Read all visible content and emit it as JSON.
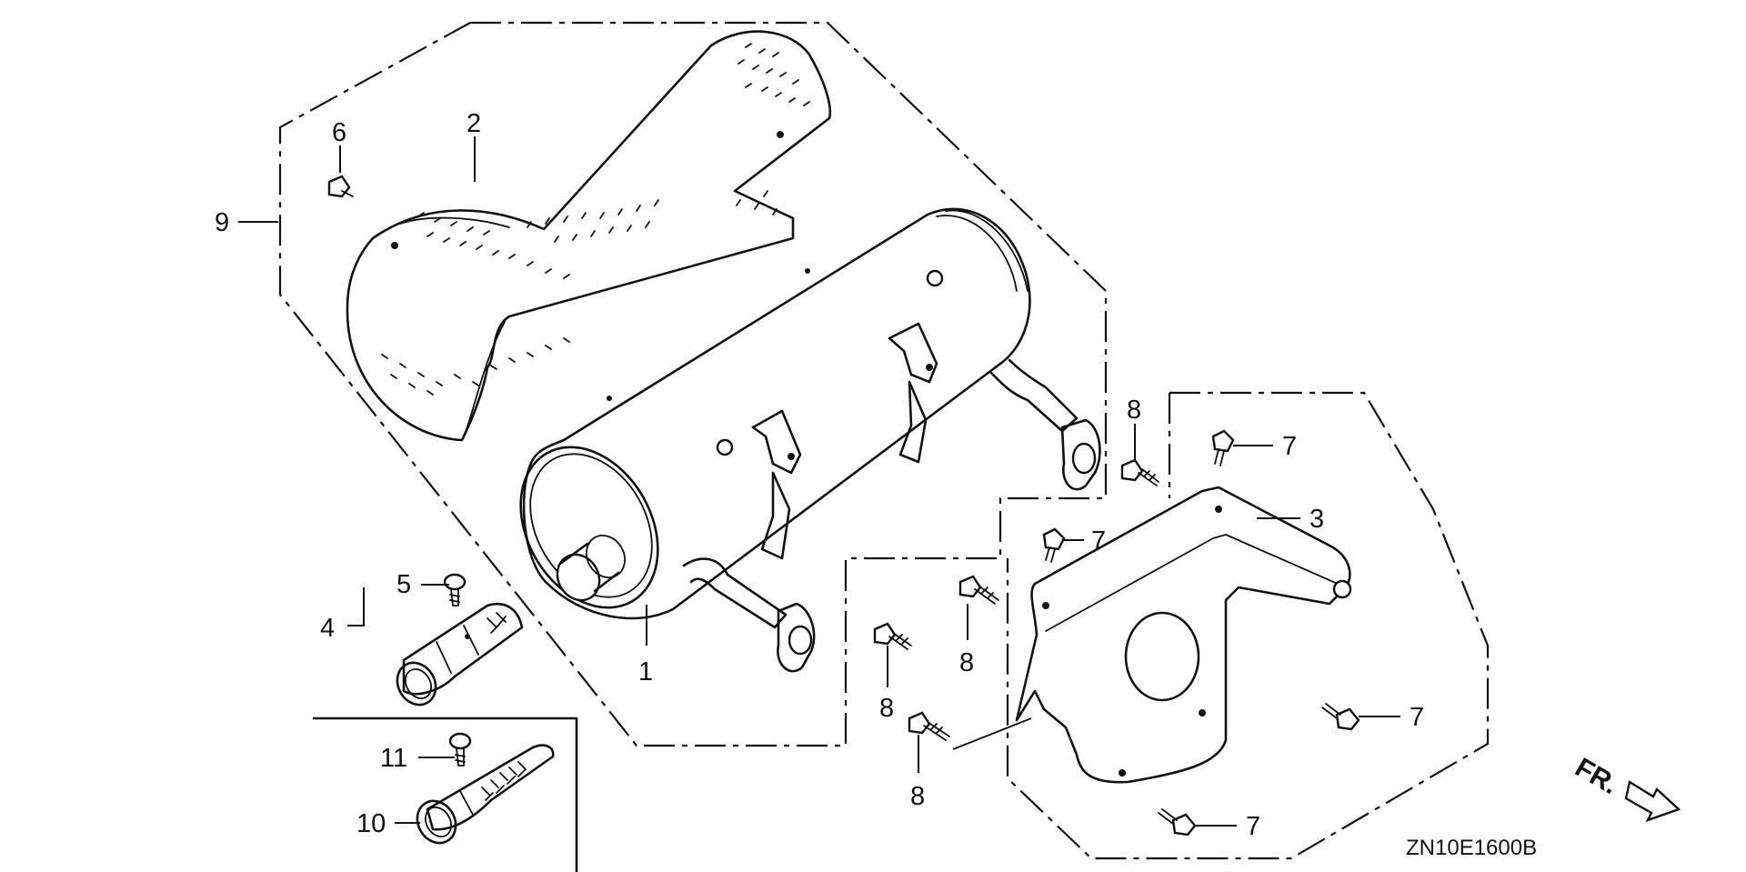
{
  "diagram": {
    "drawing_code": "ZN10E1600B",
    "front_indicator": "FR.",
    "callouts": {
      "c1": "1",
      "c2": "2",
      "c3": "3",
      "c4": "4",
      "c5": "5",
      "c6": "6",
      "c7a": "7",
      "c7b": "7",
      "c7c": "7",
      "c7d": "7",
      "c8a": "8",
      "c8b": "8",
      "c8c": "8",
      "c8d": "8",
      "c9": "9",
      "c10": "10",
      "c11": "11"
    }
  }
}
